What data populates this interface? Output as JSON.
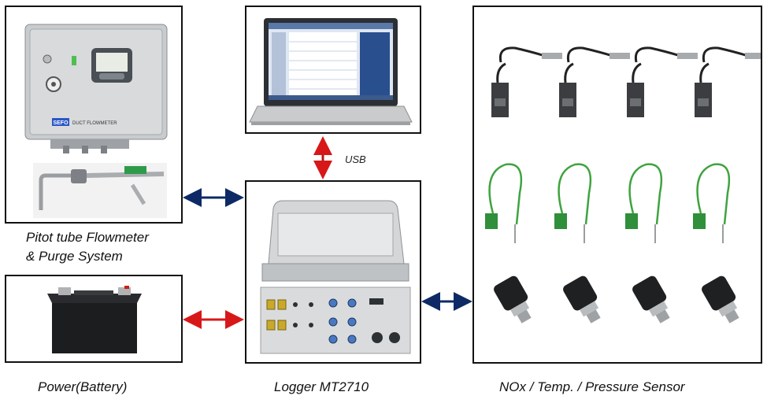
{
  "captions": {
    "flowmeter_line1": "Pitot  tube Flowmeter",
    "flowmeter_line2": "& Purge System",
    "power": "Power(Battery)",
    "logger": "Logger MT2710",
    "sensors": "NOx / Temp. / Pressure Sensor"
  },
  "labels": {
    "usb": "USB"
  },
  "device_labels": {
    "flowmeter_brand": "SEFO",
    "flowmeter_panel": "DUCT FLOWMETER"
  },
  "colors": {
    "arrow_blue": "#0d2a66",
    "arrow_red": "#d81818",
    "box_border": "#111111"
  },
  "sensor_groups": [
    "nox-sensor",
    "temperature-sensor",
    "pressure-sensor"
  ],
  "sensor_count_per_row": 4
}
